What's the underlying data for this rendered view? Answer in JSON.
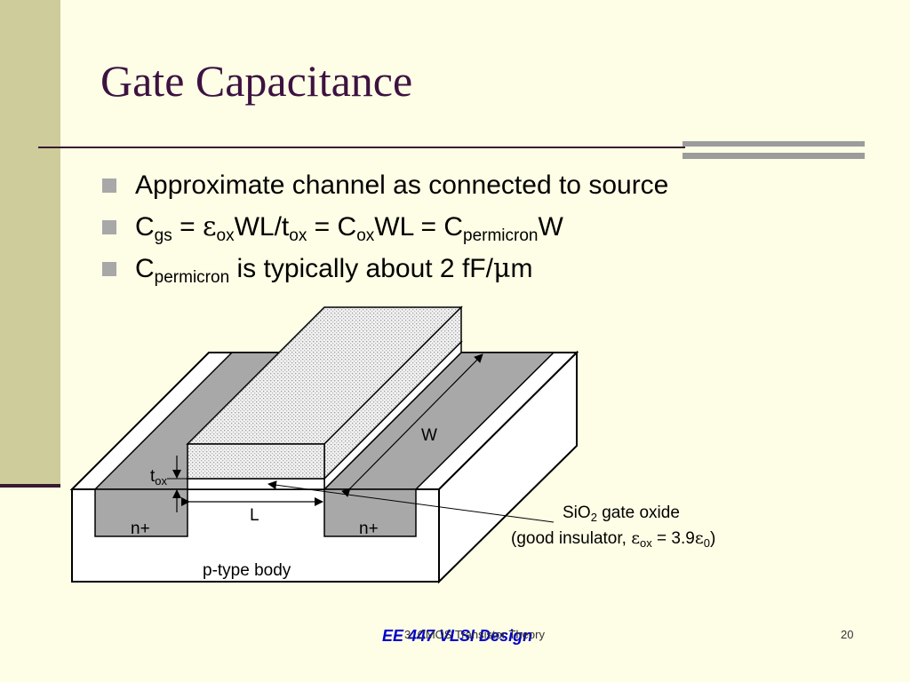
{
  "slide": {
    "title": "Gate Capacitance",
    "bullets": {
      "b1": "Approximate channel as connected to source",
      "b2": {
        "c": "C",
        "gs": "gs",
        "eq1": " = ",
        "eps": "ε",
        "ox1": "ox",
        "wl_t": "WL/t",
        "ox2": "ox",
        "eq2": " = C",
        "ox3": "ox",
        "wl": "WL = C",
        "permicron": "permicron",
        "w": "W"
      },
      "b3": {
        "c": "C",
        "permicron": "permicron",
        "text": " is typically about 2 fF/",
        "mu": "μ",
        "m": "m"
      }
    },
    "diagram": {
      "w_label": "W",
      "tox_t": "t",
      "tox_sub": "ox",
      "l_label": "L",
      "n_left": "n+",
      "n_right": "n+",
      "body": "p-type body",
      "oxide_line1_pre": "SiO",
      "oxide_line1_sub": "2",
      "oxide_line1_post": " gate oxide",
      "oxide_line2_pre": "(good insulator, ",
      "oxide_line2_eps": "ε",
      "oxide_line2_ox": "ox",
      "oxide_line2_mid": " = 3.9",
      "oxide_line2_eps0": "ε",
      "oxide_line2_zero": "0",
      "oxide_line2_post": ")"
    },
    "footer": {
      "course": "EE 447 VLSI Design",
      "chapter": "3: CMOS Transistor Theory",
      "page": "20"
    }
  }
}
